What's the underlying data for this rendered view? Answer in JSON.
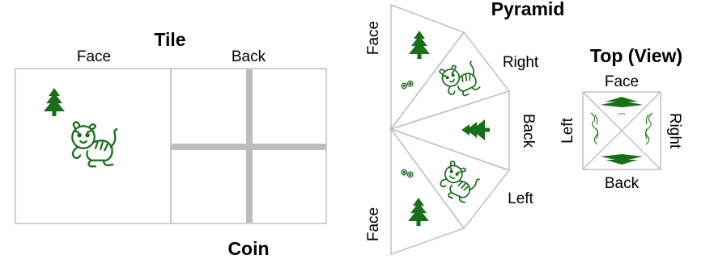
{
  "titles": {
    "tile": "Tile",
    "pyramid": "Pyramid",
    "top_view": "Top (View)",
    "coin": "Coin"
  },
  "tile": {
    "face_label": "Face",
    "back_label": "Back"
  },
  "pyramid": {
    "labels": {
      "face_top": "Face",
      "face_bottom": "Face",
      "right": "Right",
      "back": "Back",
      "left": "Left"
    }
  },
  "top_view": {
    "labels": {
      "face": "Face",
      "back": "Back",
      "left": "Left",
      "right": "Right"
    },
    "center_glyph": "ᵔᵔ"
  },
  "glyphs": {
    "eyes": "ʘʘ"
  },
  "icons": [
    "tree-icon",
    "tiger-icon",
    "eyes-icon"
  ],
  "colors": {
    "icon_green": "#1a6e1a",
    "outline_gray": "#c0c0c0",
    "cross_gray": "#bdbdbd"
  }
}
